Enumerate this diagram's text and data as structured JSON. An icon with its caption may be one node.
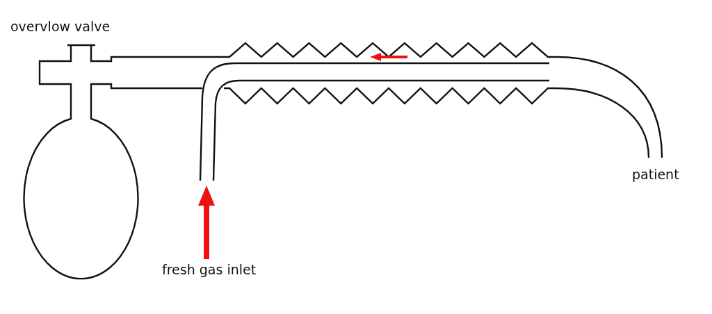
{
  "diagram": {
    "labels": [
      "overvlow valve",
      "patient",
      "fresh gas inlet"
    ]
  }
}
